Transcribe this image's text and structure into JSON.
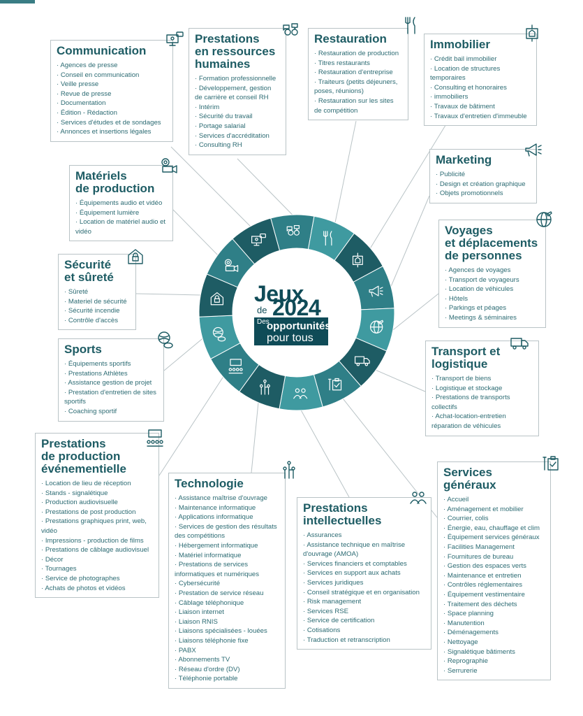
{
  "center": {
    "jeux": "Jeux",
    "de": "de",
    "year": "2024",
    "des": "Des",
    "opportunites": "opportunités",
    "pour_tous": "pour tous"
  },
  "colors": {
    "dark": "#1e5c64",
    "mid": "#2f7f87",
    "light": "#3f9aa0",
    "border": "#b9c3c6"
  },
  "categories": [
    {
      "key": "communication",
      "title": "Communication",
      "icon": "monitor-chat-icon",
      "items": [
        "Agences de presse",
        "Conseil en communication",
        "Veille presse",
        "Revue de presse",
        "Documentation",
        "Édition - Rédaction",
        "Services d'études et de sondages",
        "Annonces et insertions légales"
      ]
    },
    {
      "key": "rh",
      "title": "Prestations\nen ressources\nhumaines",
      "icon": "people-chat-icon",
      "items": [
        "Formation professionnelle",
        "Développement, gestion de carrière et conseil RH",
        "Intérim",
        "Sécurité du travail",
        "Portage salarial",
        "Services d'accréditation",
        "Consulting RH"
      ]
    },
    {
      "key": "restauration",
      "title": "Restauration",
      "icon": "cutlery-icon",
      "items": [
        "Restauration de production",
        "Titres restaurants",
        "Restauration d'entreprise",
        "Traiteurs (petits déjeuners, poses, réunions)",
        "Restauration sur les sites de compétition"
      ]
    },
    {
      "key": "immobilier",
      "title": "Immobilier",
      "icon": "house-sign-icon",
      "items": [
        "Crédit bail immobilier",
        "Location de structures temporaires",
        "Consulting et honoraires",
        "immobiliers",
        "Travaux de bâtiment",
        "Travaux d'entretien d'immeuble"
      ]
    },
    {
      "key": "marketing",
      "title": "Marketing",
      "icon": "megaphone-icon",
      "items": [
        "Publicité",
        "Design et création graphique",
        "Objets promotionnels"
      ]
    },
    {
      "key": "voyages",
      "title": "Voyages\net déplacements\nde personnes",
      "icon": "globe-plane-icon",
      "items": [
        "Agences de voyages",
        "Transport de voyageurs",
        "Location de véhicules",
        "Hôtels",
        "Parkings et péages",
        "Meetings & séminaires"
      ]
    },
    {
      "key": "transport",
      "title": "Transport et\nlogistique",
      "icon": "truck-icon",
      "items": [
        "Transport de biens",
        "Logistique et stockage",
        "Prestations de transports collectifs",
        "Achat-location-entretien réparation de véhicules"
      ]
    },
    {
      "key": "services",
      "title": "Services\ngénéraux",
      "icon": "clipboard-tools-icon",
      "items": [
        "Accueil",
        "Aménagement et mobilier",
        "Courrier, colis",
        "Énergie, eau, chauffage et clim",
        "Équipement services généraux",
        "Facilities Management",
        "Fournitures de bureau",
        "Gestion des espaces verts",
        "Maintenance et entretien",
        "Contrôles réglementaires",
        "Équipement vestimentaire",
        "Traitement des déchets",
        "Space planning",
        "Manutention",
        "Déménagements",
        "Nettoyage",
        "Signalétique bâtiments",
        "Reprographie",
        "Serrurerie"
      ]
    },
    {
      "key": "intellectuelles",
      "title": "Prestations\nintellectuelles",
      "icon": "consultants-icon",
      "items": [
        "Assurances",
        "Assistance technique en maîtrise d'ouvrage (AMOA)",
        "Services financiers et comptables",
        "Services en support aux achats",
        "Services juridiques",
        "Conseil stratégique et en organisation",
        "Risk management",
        "Services RSE",
        "Service de certification",
        "Cotisations",
        "Traduction et retranscription"
      ]
    },
    {
      "key": "technologie",
      "title": "Technologie",
      "icon": "circuit-icon",
      "items": [
        "Assistance maîtrise d'ouvrage",
        "Maintenance informatique",
        "Applications informatique",
        "Services de gestion des résultats des compétitions",
        "Hébergement informatique",
        "Matériel informatique",
        "Prestations de services informatiques et numériques",
        "Cybersécurité",
        "Prestation de service réseau",
        "Câblage téléphonique",
        "Liaison internet",
        "Liaison RNIS",
        "Liaisons spécialisées - louées",
        "Liaisons téléphonie fixe",
        "PABX",
        "Abonnements TV",
        "Réseau d'ordre (DV)",
        "Téléphonie portable"
      ]
    },
    {
      "key": "evenementielle",
      "title": "Prestations\nde production\névénementielle",
      "icon": "audience-screen-icon",
      "items": [
        "Location de lieu de réception",
        "Stands - signalétique",
        "Production audiovisuelle",
        "Prestations de post production",
        "Prestations graphiques print, web, vidéo",
        "Impressions - production de films",
        "Prestations de câblage audiovisuel",
        "Décor",
        "Tournages",
        "Service de photographes",
        "Achats de photos et vidéos"
      ]
    },
    {
      "key": "sports",
      "title": "Sports",
      "icon": "sport-balls-icon",
      "items": [
        "Équipements sportifs",
        "Prestations Athlètes",
        "Assistance gestion de projet",
        "Prestation d'entretien de sites sportifs",
        "Coaching sportif"
      ]
    },
    {
      "key": "securite",
      "title": "Sécurité\net sûreté",
      "icon": "lock-house-icon",
      "items": [
        "Sûreté",
        "Materiel de sécurité",
        "Sécurité incendie",
        "Contrôle d'accès"
      ]
    },
    {
      "key": "materiels",
      "title": "Matériels\nde production",
      "icon": "camera-icon",
      "items": [
        "Équipements audio et vidéo",
        "Équipement lumière",
        "Location de matériel audio et vidéo"
      ]
    }
  ]
}
